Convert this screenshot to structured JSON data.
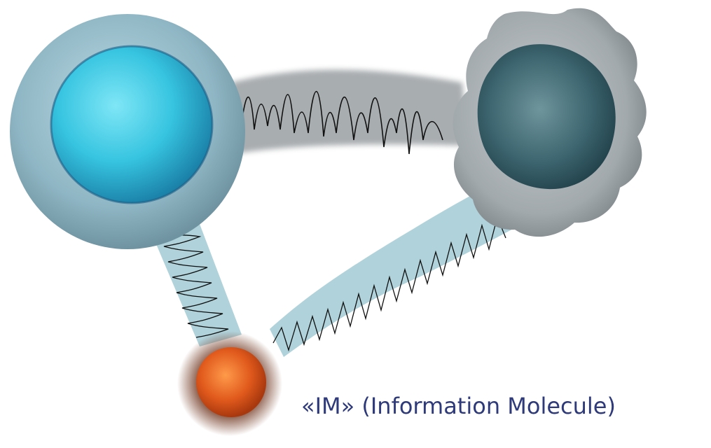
{
  "caption": {
    "text": "«IM» (Information Molecule)"
  },
  "colors": {
    "cell_blue_outer": "#8fb6c4",
    "cell_blue_nucleus": "#36c4e0",
    "cell_grey_outer": "#a2a9ad",
    "cell_grey_nucleus": "#3d6670",
    "cell_orange": "#e0591c",
    "cell_orange_halo": "#7a4530",
    "link_grey": "#9a9fa2",
    "link_blue": "#a7cdd6",
    "wave": "#101010",
    "caption_text": "#2e3a7a"
  },
  "elements": {
    "blue_cell": "large-cell-with-blue-nucleus",
    "grey_cell": "wavy-grey-cell",
    "orange_cell": "small-orange-molecule",
    "link_top": "grey-signal-band",
    "link_left": "blue-signal-band-left",
    "link_right": "blue-signal-band-right"
  }
}
